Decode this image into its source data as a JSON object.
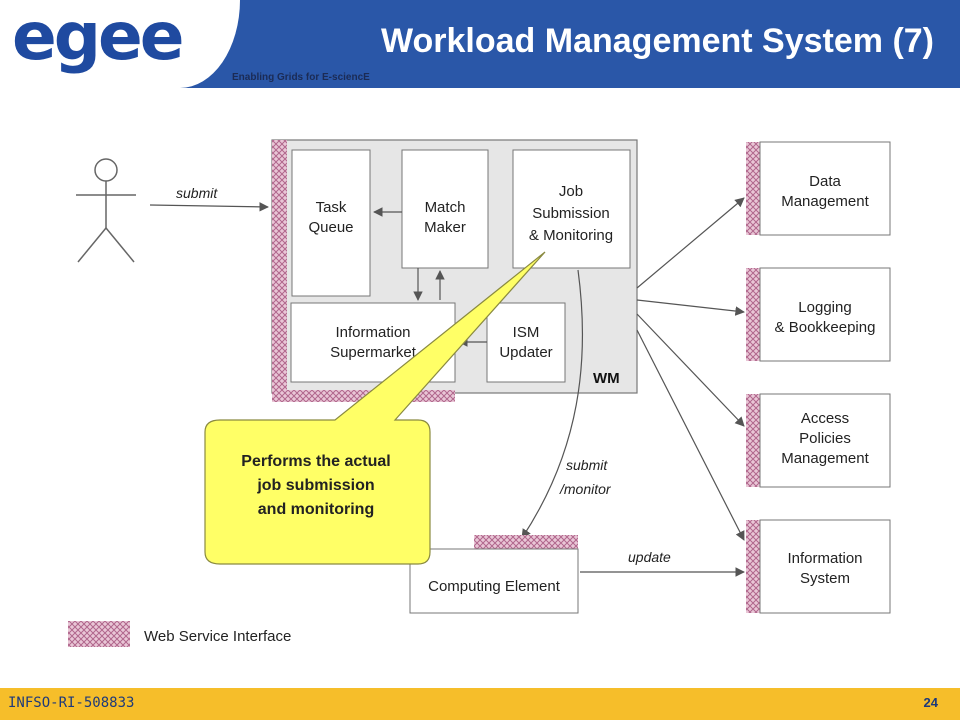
{
  "header": {
    "logo": "egee",
    "tagline": "Enabling Grids for E-sciencE",
    "title": "Workload Management System (7)"
  },
  "diagram": {
    "actor_arrow": "submit",
    "task_queue": [
      "Task",
      "Queue"
    ],
    "match_maker": [
      "Match",
      "Maker"
    ],
    "job_submission": [
      "Job",
      "Submission",
      "& Monitoring"
    ],
    "information_supermarket": [
      "Information",
      "Supermarket"
    ],
    "ism_updater": [
      "ISM",
      "Updater"
    ],
    "wm_label": "WM",
    "computing_element": "Computing Element",
    "submit_monitor": [
      "submit",
      "/monitor"
    ],
    "update": "update",
    "data_management": [
      "Data",
      "Management"
    ],
    "logging": [
      "Logging",
      "& Bookkeeping"
    ],
    "access_policies": [
      "Access",
      "Policies",
      "Management"
    ],
    "information_system": [
      "Information",
      "System"
    ],
    "legend": "Web Service Interface",
    "callout": [
      "Performs the actual",
      "job submission",
      "and monitoring"
    ]
  },
  "colors": {
    "header_blue": "#2a57a8",
    "footer_yellow": "#f6be2a",
    "callout_fill": "#ffff66",
    "hatch": "#c98ca8"
  },
  "footer": {
    "left": "INFSO-RI-508833",
    "page": "24"
  }
}
